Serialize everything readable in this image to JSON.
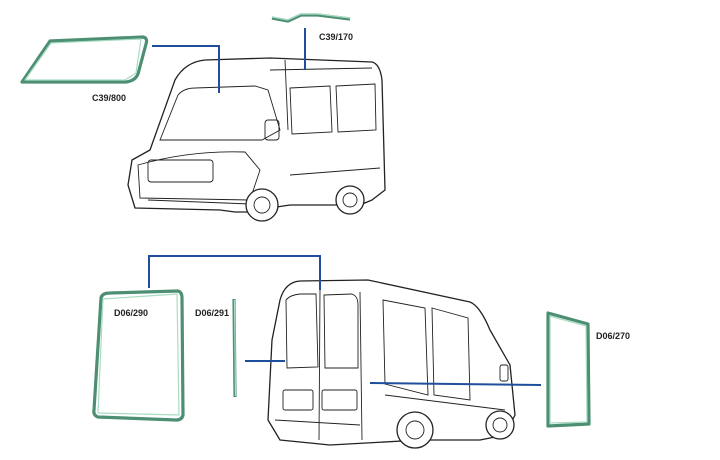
{
  "parts": [
    {
      "code": "C39/800",
      "description_visible": false
    },
    {
      "code": "C39/170"
    },
    {
      "code": "D06/290"
    },
    {
      "code": "D06/291"
    },
    {
      "code": "D06/270"
    }
  ],
  "colors": {
    "seal": "#4d8f73",
    "seal_highlight": "#a9dcc3",
    "leader_line": "#1f4f9c",
    "outline": "#222222"
  }
}
